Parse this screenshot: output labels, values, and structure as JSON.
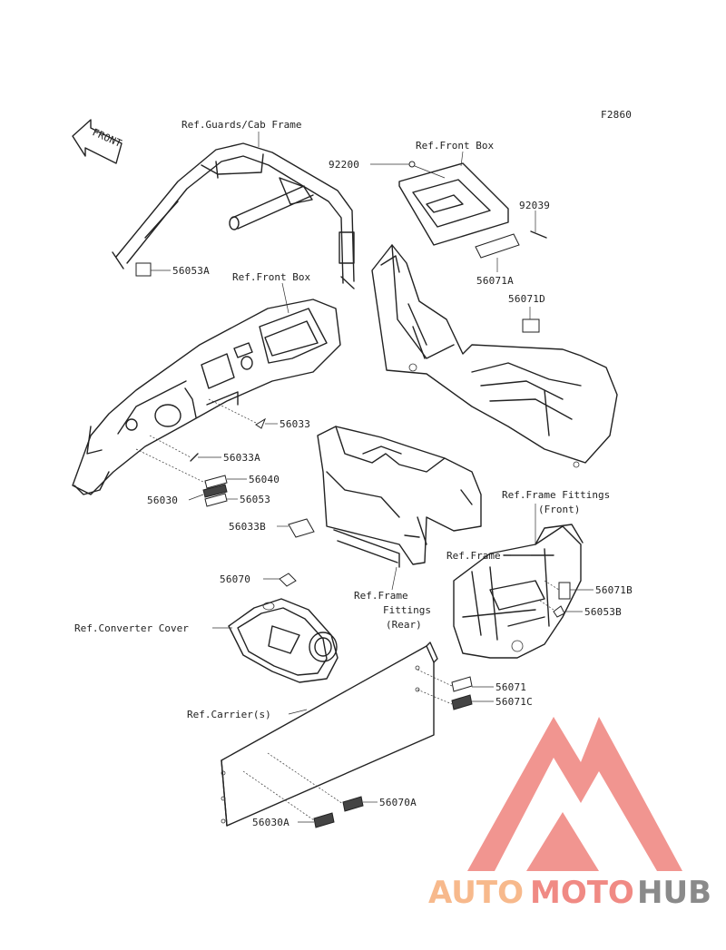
{
  "figure_code": "F2860",
  "front_arrow": "FRONT",
  "refs": {
    "guards_cab_frame": "Ref.Guards/Cab Frame",
    "front_box_top": "Ref.Front Box",
    "front_box_left": "Ref.Front Box",
    "frame_fittings_front_1": "Ref.Frame Fittings",
    "frame_fittings_front_2": "(Front)",
    "frame": "Ref.Frame",
    "frame_fittings_rear_1": "Ref.Frame",
    "frame_fittings_rear_2": "Fittings",
    "frame_fittings_rear_3": "(Rear)",
    "converter_cover": "Ref.Converter Cover",
    "carriers": "Ref.Carrier(s)"
  },
  "parts": {
    "p92200": "92200",
    "p92039": "92039",
    "p56071A": "56071A",
    "p56071D": "56071D",
    "p56053A": "56053A",
    "p56033": "56033",
    "p56033A": "56033A",
    "p56040": "56040",
    "p56030": "56030",
    "p56053": "56053",
    "p56033B": "56033B",
    "p56070": "56070",
    "p56071B": "56071B",
    "p56053B": "56053B",
    "p56071": "56071",
    "p56071C": "56071C",
    "p56070A": "56070A",
    "p56030A": "56030A"
  },
  "watermark": {
    "text_auto": "AUTO",
    "text_moto": "MOTO",
    "text_hub": "HUB",
    "color_triangle": "#f08a84",
    "color_auto": "#f7b98c",
    "color_moto": "#f08a84",
    "color_hub": "#8a8a8a"
  }
}
